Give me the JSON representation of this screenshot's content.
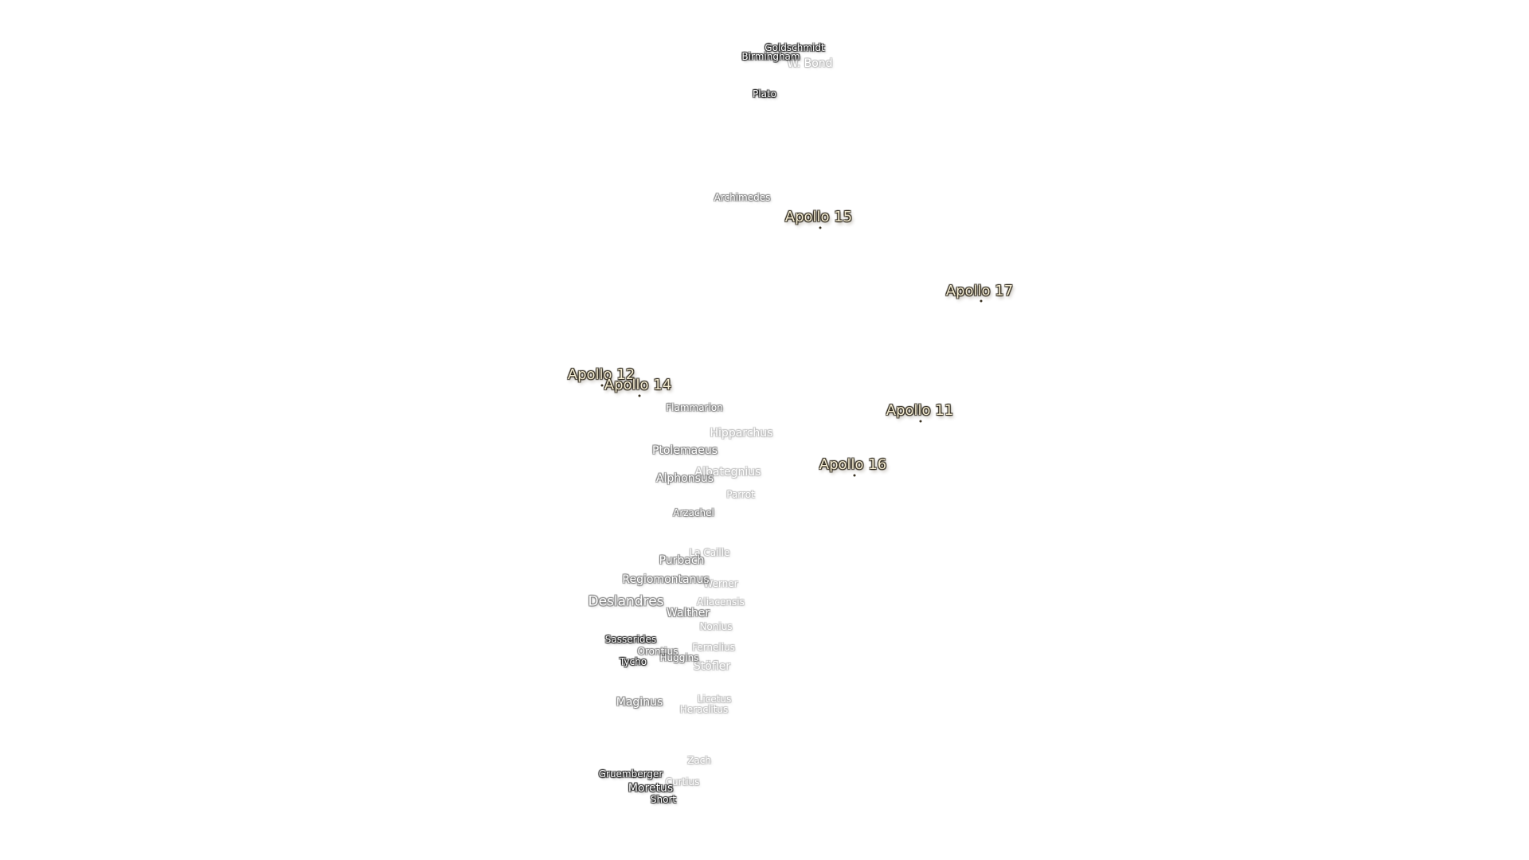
{
  "craters": [
    {
      "id": "goldschmidt",
      "name": "Goldschmidt"
    },
    {
      "id": "birmingham",
      "name": "Birmingham"
    },
    {
      "id": "w-bond",
      "name": "W. Bond"
    },
    {
      "id": "plato",
      "name": "Plato"
    },
    {
      "id": "archimedes",
      "name": "Archimedes"
    },
    {
      "id": "flammarion",
      "name": "Flammarion"
    },
    {
      "id": "hipparchus",
      "name": "Hipparchus"
    },
    {
      "id": "ptolemaeus",
      "name": "Ptolemaeus"
    },
    {
      "id": "albategnius",
      "name": "Albategnius"
    },
    {
      "id": "alphonsus",
      "name": "Alphonsus"
    },
    {
      "id": "parrot",
      "name": "Parrot"
    },
    {
      "id": "arzachel",
      "name": "Arzachel"
    },
    {
      "id": "la-caille",
      "name": "La Caille"
    },
    {
      "id": "purbach",
      "name": "Purbach"
    },
    {
      "id": "regiomontanus",
      "name": "Regiomontanus"
    },
    {
      "id": "werner",
      "name": "Werner"
    },
    {
      "id": "deslandres",
      "name": "Deslandres"
    },
    {
      "id": "aliacensis",
      "name": "Aliacensis"
    },
    {
      "id": "walther",
      "name": "Walther"
    },
    {
      "id": "nonius",
      "name": "Nonius"
    },
    {
      "id": "sasserides",
      "name": "Sasserides"
    },
    {
      "id": "fernelius",
      "name": "Fernelius"
    },
    {
      "id": "orontius",
      "name": "Orontius"
    },
    {
      "id": "huggins",
      "name": "Huggins"
    },
    {
      "id": "tycho",
      "name": "Tycho"
    },
    {
      "id": "stofler",
      "name": "Stöfler"
    },
    {
      "id": "maginus",
      "name": "Maginus"
    },
    {
      "id": "licetus",
      "name": "Licetus"
    },
    {
      "id": "heraclitus",
      "name": "Heraclitus"
    },
    {
      "id": "zach",
      "name": "Zach"
    },
    {
      "id": "gruemberger",
      "name": "Gruemberger"
    },
    {
      "id": "curtius",
      "name": "Curtius"
    },
    {
      "id": "moretus",
      "name": "Moretus"
    },
    {
      "id": "short",
      "name": "Short"
    }
  ],
  "apollo_sites": [
    {
      "id": "apollo-15",
      "name": "Apollo 15"
    },
    {
      "id": "apollo-17",
      "name": "Apollo 17"
    },
    {
      "id": "apollo-12",
      "name": "Apollo 12"
    },
    {
      "id": "apollo-14",
      "name": "Apollo 14"
    },
    {
      "id": "apollo-11",
      "name": "Apollo 11"
    },
    {
      "id": "apollo-16",
      "name": "Apollo 16"
    }
  ]
}
